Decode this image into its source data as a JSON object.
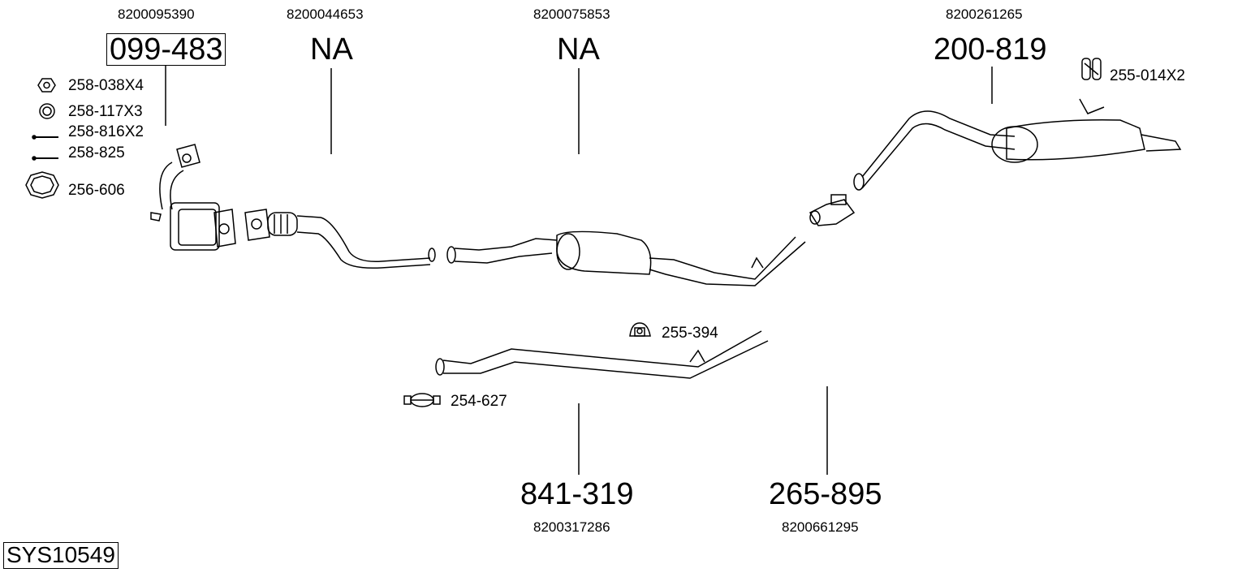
{
  "diagram": {
    "system_id": "SYS10549",
    "parts": [
      {
        "part": "099-483",
        "oem": "8200095390"
      },
      {
        "part": "NA",
        "oem": "8200044653"
      },
      {
        "part": "NA",
        "oem": "8200075853"
      },
      {
        "part": "200-819",
        "oem": "8200261265"
      },
      {
        "part": "841-319",
        "oem": "8200317286"
      },
      {
        "part": "265-895",
        "oem": "8200661295"
      }
    ],
    "accessories": {
      "a258_038": "258-038X4",
      "a258_117": "258-117X3",
      "a258_816": "258-816X2",
      "a258_825": "258-825",
      "a256_606": "256-606",
      "a255_014": "255-014X2",
      "a255_394": "255-394",
      "a254_627": "254-627"
    }
  }
}
